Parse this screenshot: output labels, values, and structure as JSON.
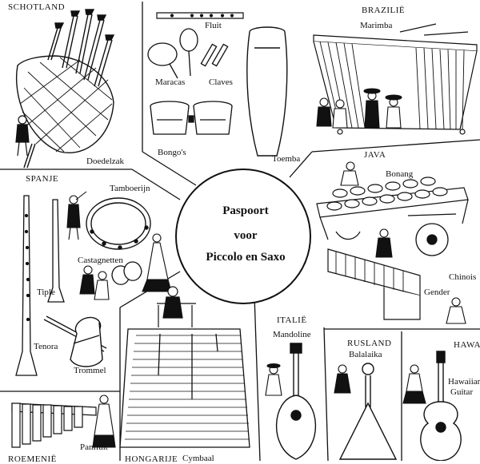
{
  "title": {
    "line1": "Paspoort",
    "line2": "voor",
    "line3": "Piccolo en Saxo"
  },
  "regions": {
    "schotland": "SCHOTLAND",
    "brazilie": "BRAZILIË",
    "spanje": "SPANJE",
    "java": "JAVA",
    "italie": "ITALIË",
    "rusland": "RUSLAND",
    "hawaii": "HAWA",
    "roemenie": "ROEMENIË",
    "hongarije": "HONGARIJE"
  },
  "instruments": {
    "doedelzak": "Doedelzak",
    "fluit": "Fluit",
    "maracas": "Maracas",
    "claves": "Claves",
    "bongos": "Bongo's",
    "toemba": "Toemba",
    "marimba": "Marimba",
    "tamboerijn": "Tamboerijn",
    "castagnetten": "Castagnetten",
    "tiple": "Tiple",
    "tenora": "Tenora",
    "trommel": "Trommel",
    "bonang": "Bonang",
    "chinois": "Chinois",
    "gender": "Gender",
    "mandoline": "Mandoline",
    "balalaika": "Balalaika",
    "hawaiian_guitar_line1": "Hawaiian",
    "hawaiian_guitar_line2": "Guitar",
    "panfluit": "Panfluit",
    "cymbaal": "Cymbaal"
  }
}
